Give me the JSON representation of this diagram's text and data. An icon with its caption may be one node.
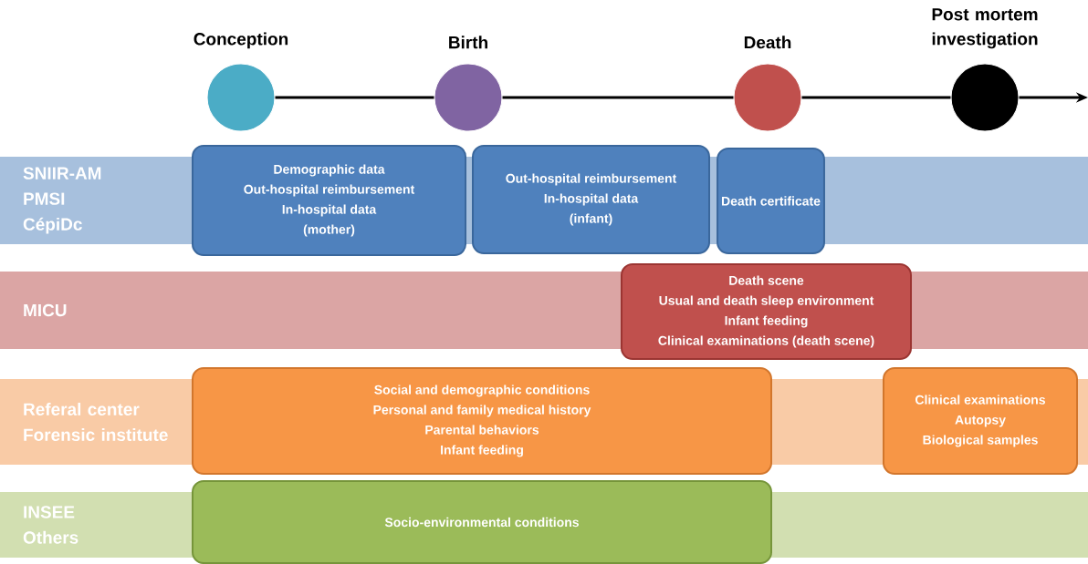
{
  "diagram": {
    "nodes": [
      {
        "text": [
          "Conception"
        ]
      },
      {
        "text": [
          "Birth"
        ]
      },
      {
        "text": [
          "Death"
        ]
      },
      {
        "text": [
          "Post mortem investigation"
        ]
      },
      {
        "text": [
          "SNIIR-AM",
          "PMSI",
          "CépiDc"
        ]
      },
      {
        "text": [
          "Demographic data",
          "Out-hospital reimbursement",
          "In-hospital data",
          "(mother)"
        ]
      },
      {
        "text": [
          "Out-hospital reimbursement",
          "In-hospital data",
          "(infant)"
        ]
      },
      {
        "text": [
          "Death certificate"
        ]
      },
      {
        "text": [
          "MICU"
        ]
      },
      {
        "text": [
          "Death scene",
          "Usual and death sleep environment",
          "Infant feeding",
          "Clinical examinations (death scene)"
        ]
      },
      {
        "text": [
          "Referal center",
          "Forensic institute"
        ]
      },
      {
        "text": [
          "Social and demographic conditions",
          "Personal and family medical history",
          "Parental behaviors",
          "Infant feeding"
        ]
      },
      {
        "text": [
          "Clinical examinations",
          "Autopsy",
          "Biological samples"
        ]
      },
      {
        "text": [
          "INSEE",
          "Others"
        ]
      },
      {
        "text": [
          "Socio-environmental conditions"
        ]
      }
    ],
    "edges": [
      {
        "from": 0,
        "to": 1,
        "arrow": "none"
      },
      {
        "from": 1,
        "to": 2,
        "arrow": "none"
      },
      {
        "from": 2,
        "to": 3,
        "arrow": "none"
      },
      {
        "from": 3,
        "to": null,
        "arrow": "to"
      }
    ]
  }
}
